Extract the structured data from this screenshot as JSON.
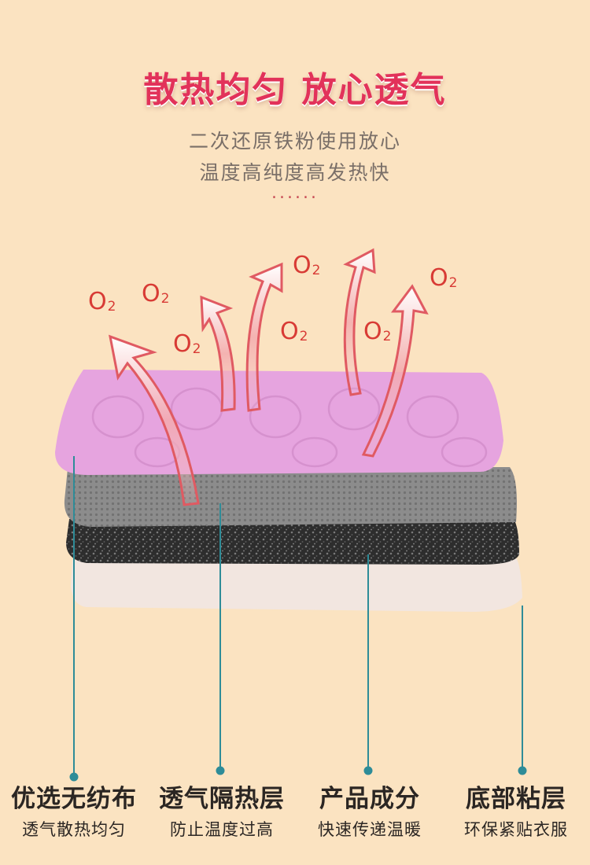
{
  "header": {
    "title": "散热均匀 放心透气",
    "subtitle_line1": "二次还原铁粉使用放心",
    "subtitle_line2": "温度高纯度高发热快",
    "dots": "......"
  },
  "oxygen_label": "O",
  "oxygen_sub": "2",
  "layers": [
    {
      "title": "优选无纺布",
      "desc": "透气散热均匀",
      "color": "#e6a5de"
    },
    {
      "title": "透气隔热层",
      "desc": "防止温度过高",
      "color": "#8e8e8e"
    },
    {
      "title": "产品成分",
      "desc": "快速传递温暖",
      "color": "#2f2f2f"
    },
    {
      "title": "底部粘层",
      "desc": "环保紧贴衣服",
      "color": "#f0e6e1"
    }
  ],
  "colors": {
    "background": "#fbe3c1",
    "headline": "#e2325a",
    "leader_line": "#2e8c98",
    "oxygen": "#d83b35"
  }
}
